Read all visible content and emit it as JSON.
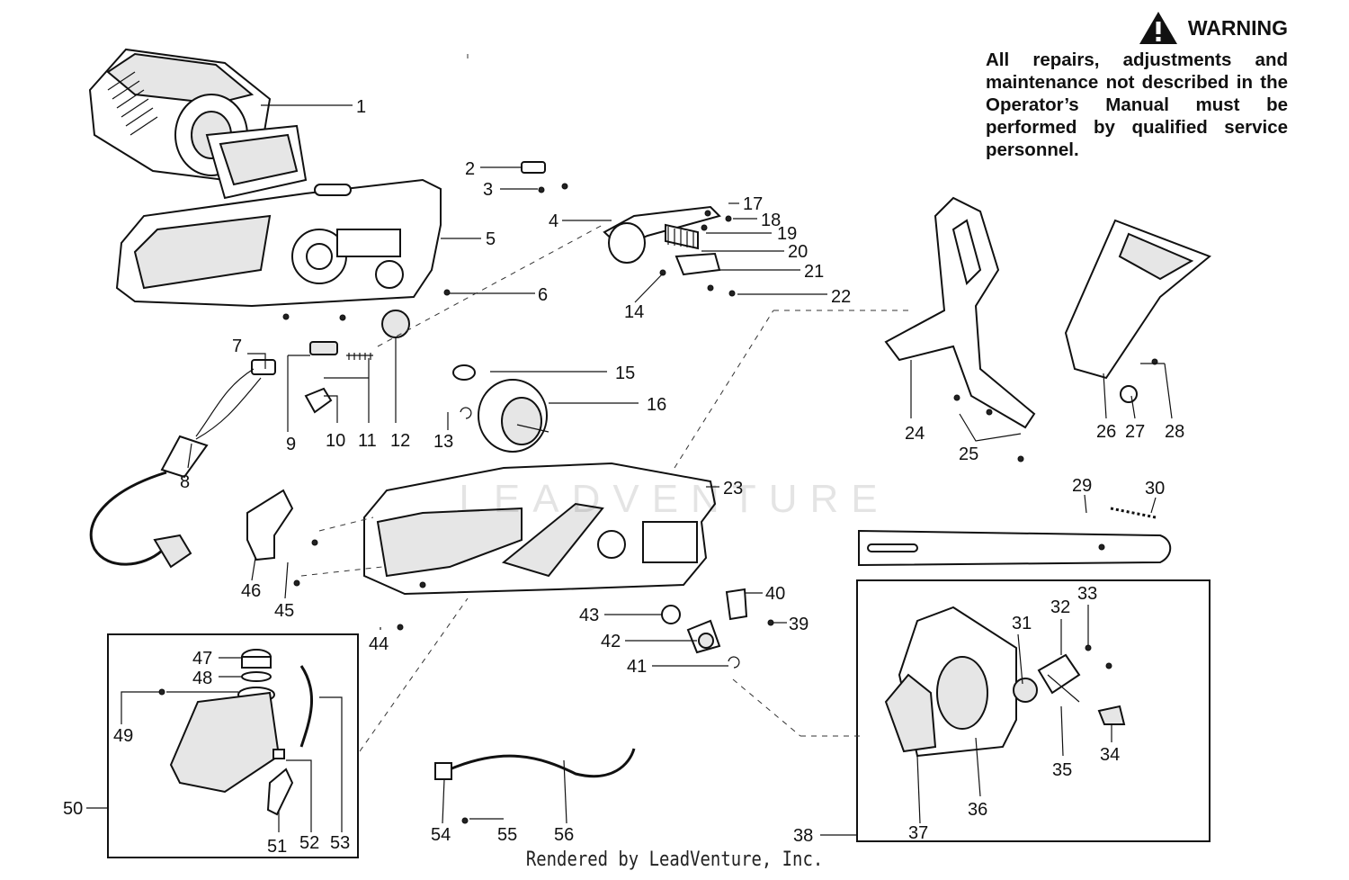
{
  "warning": {
    "title": "WARNING",
    "text": "All repairs, adjustments and maintenance not described in the Operator’s Manual must be performed by qualified service personnel."
  },
  "footer": "Rendered by LeadVenture, Inc.",
  "watermark": "LEADVENTURE",
  "parts": {
    "p1": "1",
    "p2": "2",
    "p3": "3",
    "p4": "4",
    "p5": "5",
    "p6": "6",
    "p7": "7",
    "p8": "8",
    "p9": "9",
    "p10": "10",
    "p11": "11",
    "p12": "12",
    "p13": "13",
    "p14": "14",
    "p15": "15",
    "p16": "16",
    "p17": "17",
    "p18": "18",
    "p19": "19",
    "p20": "20",
    "p21": "21",
    "p22": "22",
    "p23": "23",
    "p24": "24",
    "p25": "25",
    "p26": "26",
    "p27": "27",
    "p28": "28",
    "p29": "29",
    "p30": "30",
    "p31": "31",
    "p32": "32",
    "p33": "33",
    "p34": "34",
    "p35": "35",
    "p36": "36",
    "p37": "37",
    "p38": "38",
    "p39": "39",
    "p40": "40",
    "p41": "41",
    "p42": "42",
    "p43": "43",
    "p44": "44",
    "p45": "45",
    "p46": "46",
    "p47": "47",
    "p48": "48",
    "p49": "49",
    "p50": "50",
    "p51": "51",
    "p52": "52",
    "p53": "53",
    "p54": "54",
    "p55": "55",
    "p56": "56"
  }
}
